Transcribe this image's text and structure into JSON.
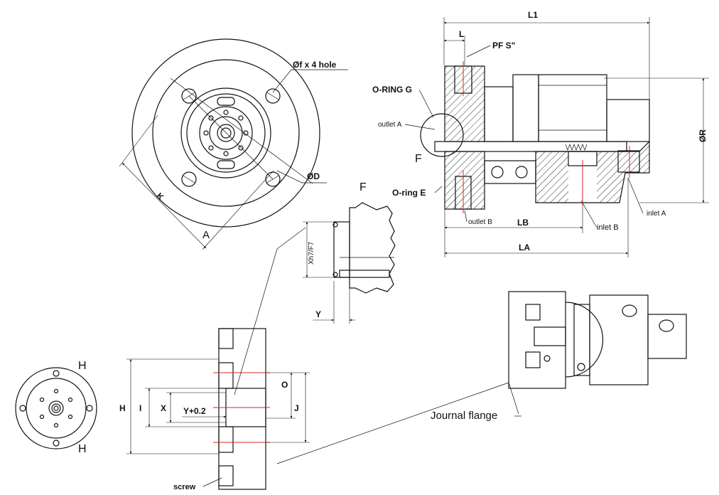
{
  "labels": {
    "f_hole": "Øf x 4 hole",
    "d": "ØD",
    "k": "K",
    "a": "A",
    "l1": "L1",
    "l": "L",
    "pf": "PF S\"",
    "oring_g": "O-RING G",
    "outlet_a": "outlet A",
    "f_detail_mark": "F",
    "oring_e": "O-ring E",
    "r": "ØR",
    "outlet_b": "outlet B",
    "lb": "LB",
    "inlet_b": "inlet B",
    "inlet_a": "inlet A",
    "la": "LA",
    "f_detail_title": "F",
    "x_tol": "Xh7/F7",
    "y": "Y",
    "h_top": "H",
    "h_bottom": "H",
    "h_dim": "H",
    "i_dim": "I",
    "x_dim": "X",
    "y_dim": "Y+0.2",
    "o_dim": "O",
    "j_dim": "J",
    "screw": "screw",
    "journal_flange": "Journal flange"
  },
  "colors": {
    "line": "#111111",
    "centerline": "#d6281e",
    "background": "#ffffff"
  }
}
